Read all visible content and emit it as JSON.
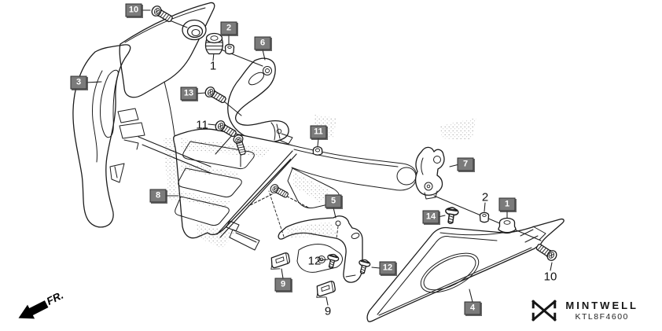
{
  "diagram": {
    "direction_label": "FR.",
    "background_color": "#ffffff",
    "line_color": "#1c1c1c"
  },
  "callouts": {
    "style": {
      "box_bg": "#7b7b7b",
      "box_border": "#2e2e2e",
      "box_text": "#ffffff",
      "plain_text": "#121212"
    },
    "boxed": [
      {
        "label": "10"
      },
      {
        "label": "2"
      },
      {
        "label": "6"
      },
      {
        "label": "3"
      },
      {
        "label": "13"
      },
      {
        "label": "11"
      },
      {
        "label": "8"
      },
      {
        "label": "5"
      },
      {
        "label": "9"
      },
      {
        "label": "12"
      },
      {
        "label": "7"
      },
      {
        "label": "14"
      },
      {
        "label": "1"
      },
      {
        "label": "4"
      }
    ],
    "plain": [
      {
        "label": "1"
      },
      {
        "label": "11"
      },
      {
        "label": "2"
      },
      {
        "label": "10"
      },
      {
        "label": "12"
      },
      {
        "label": "9"
      }
    ]
  },
  "footer": {
    "brand": "MINTWELL",
    "code": "KTL8F4600"
  }
}
